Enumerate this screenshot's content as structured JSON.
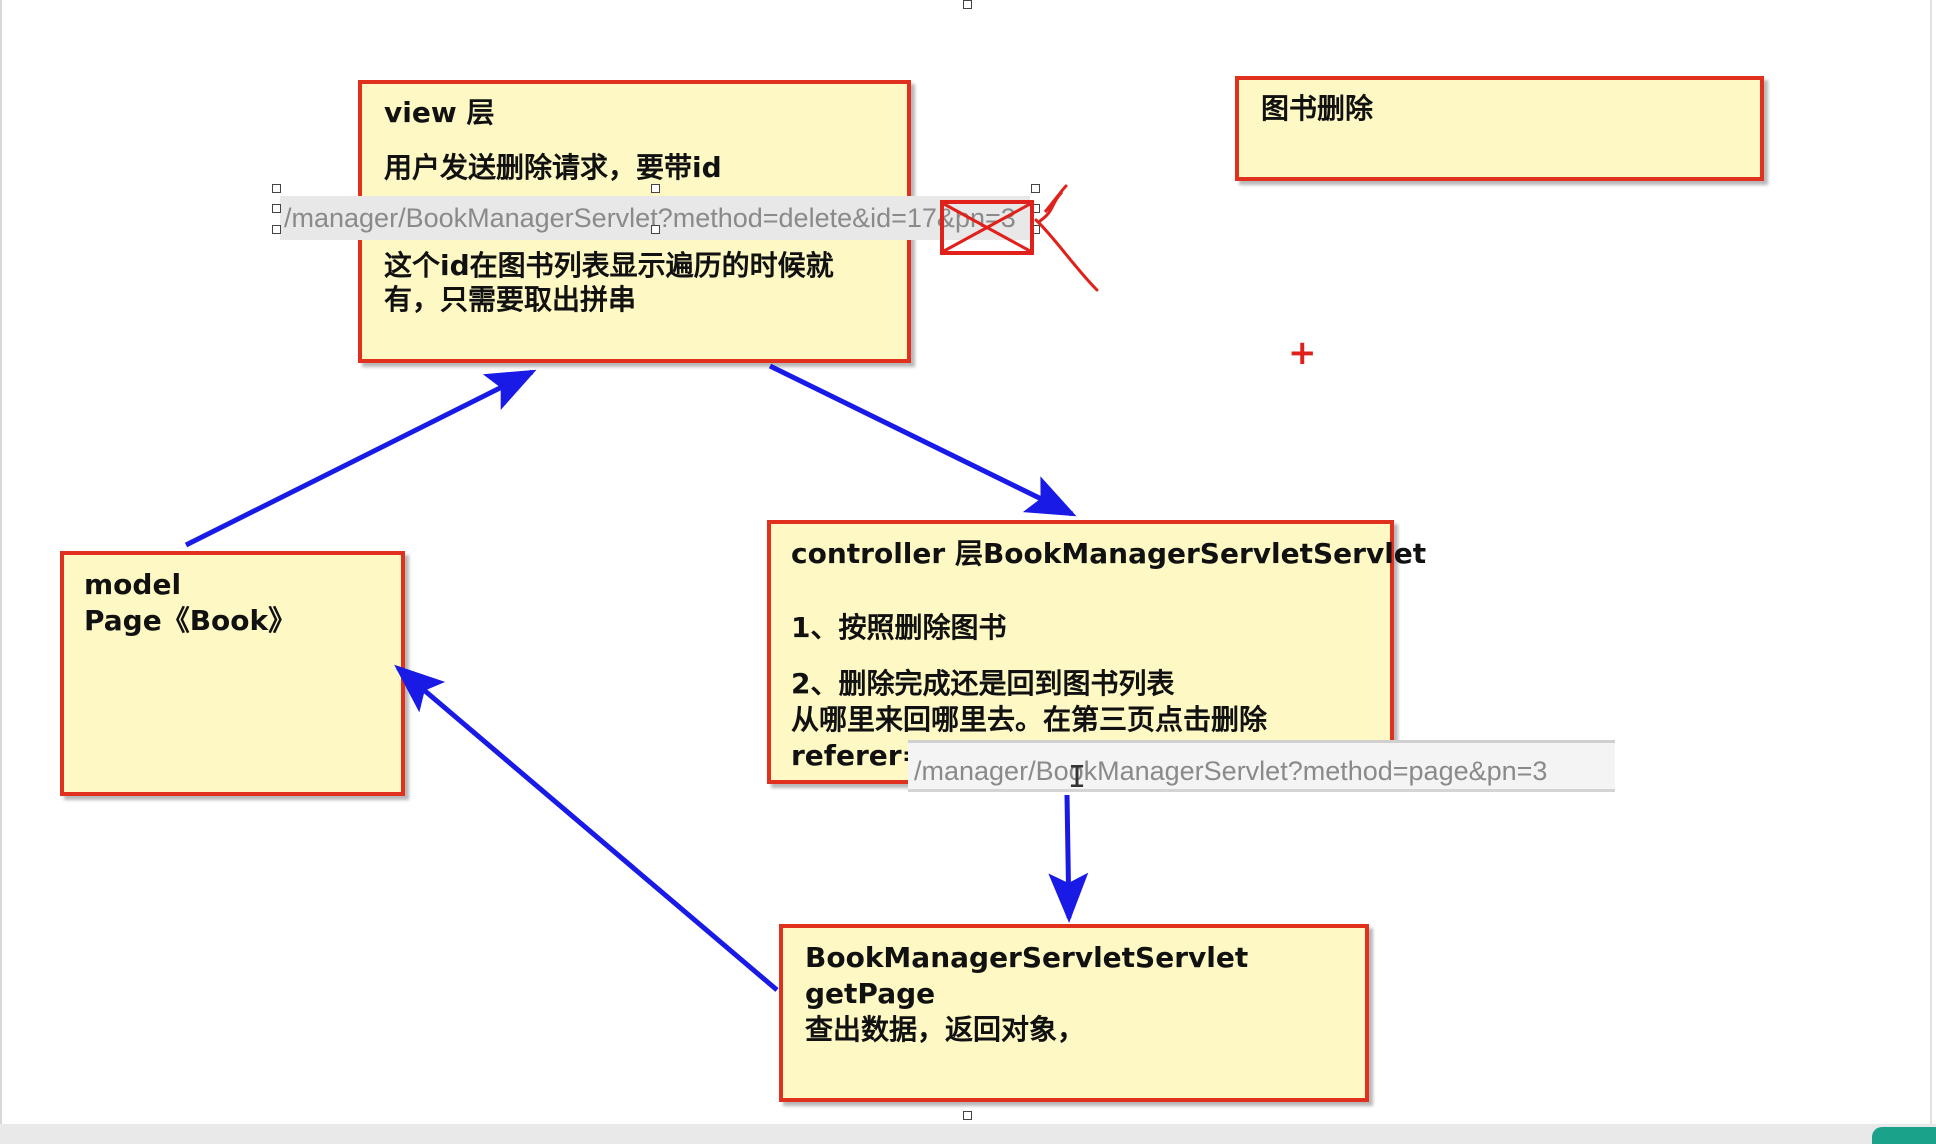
{
  "view_box": {
    "title": "view 层",
    "line1": "用户发送删除请求，要带id",
    "line2": "这个id在图书列表显示遍历的时候就",
    "line3": "有，只需要取出拼串"
  },
  "title_box": {
    "title": "图书删除"
  },
  "url_bar_top": "/manager/BookManagerServlet?method=delete&id=17&pn=3",
  "controller_box": {
    "title": "controller 层BookManagerServletServlet",
    "step1": "1、按照删除图书",
    "step2": "2、删除完成还是回到图书列表",
    "step2_detail": "从哪里来回哪里去。在第三页点击删除",
    "referer_label": "referer="
  },
  "url_bar_referer": "/manager/BookManagerServlet?method=page&pn=3",
  "model_box": {
    "line1": "model",
    "line2": "Page《Book》"
  },
  "service_box": {
    "line1": "BookManagerServletServlet",
    "line2": "getPage",
    "line3": "查出数据，返回对象，"
  },
  "colors": {
    "box_fill": "#fdf8c4",
    "box_border": "#e0301e",
    "arrow": "#1a1ae6",
    "annotation": "#e0201a"
  },
  "cursor_glyph": "I",
  "marker_glyph": "+"
}
